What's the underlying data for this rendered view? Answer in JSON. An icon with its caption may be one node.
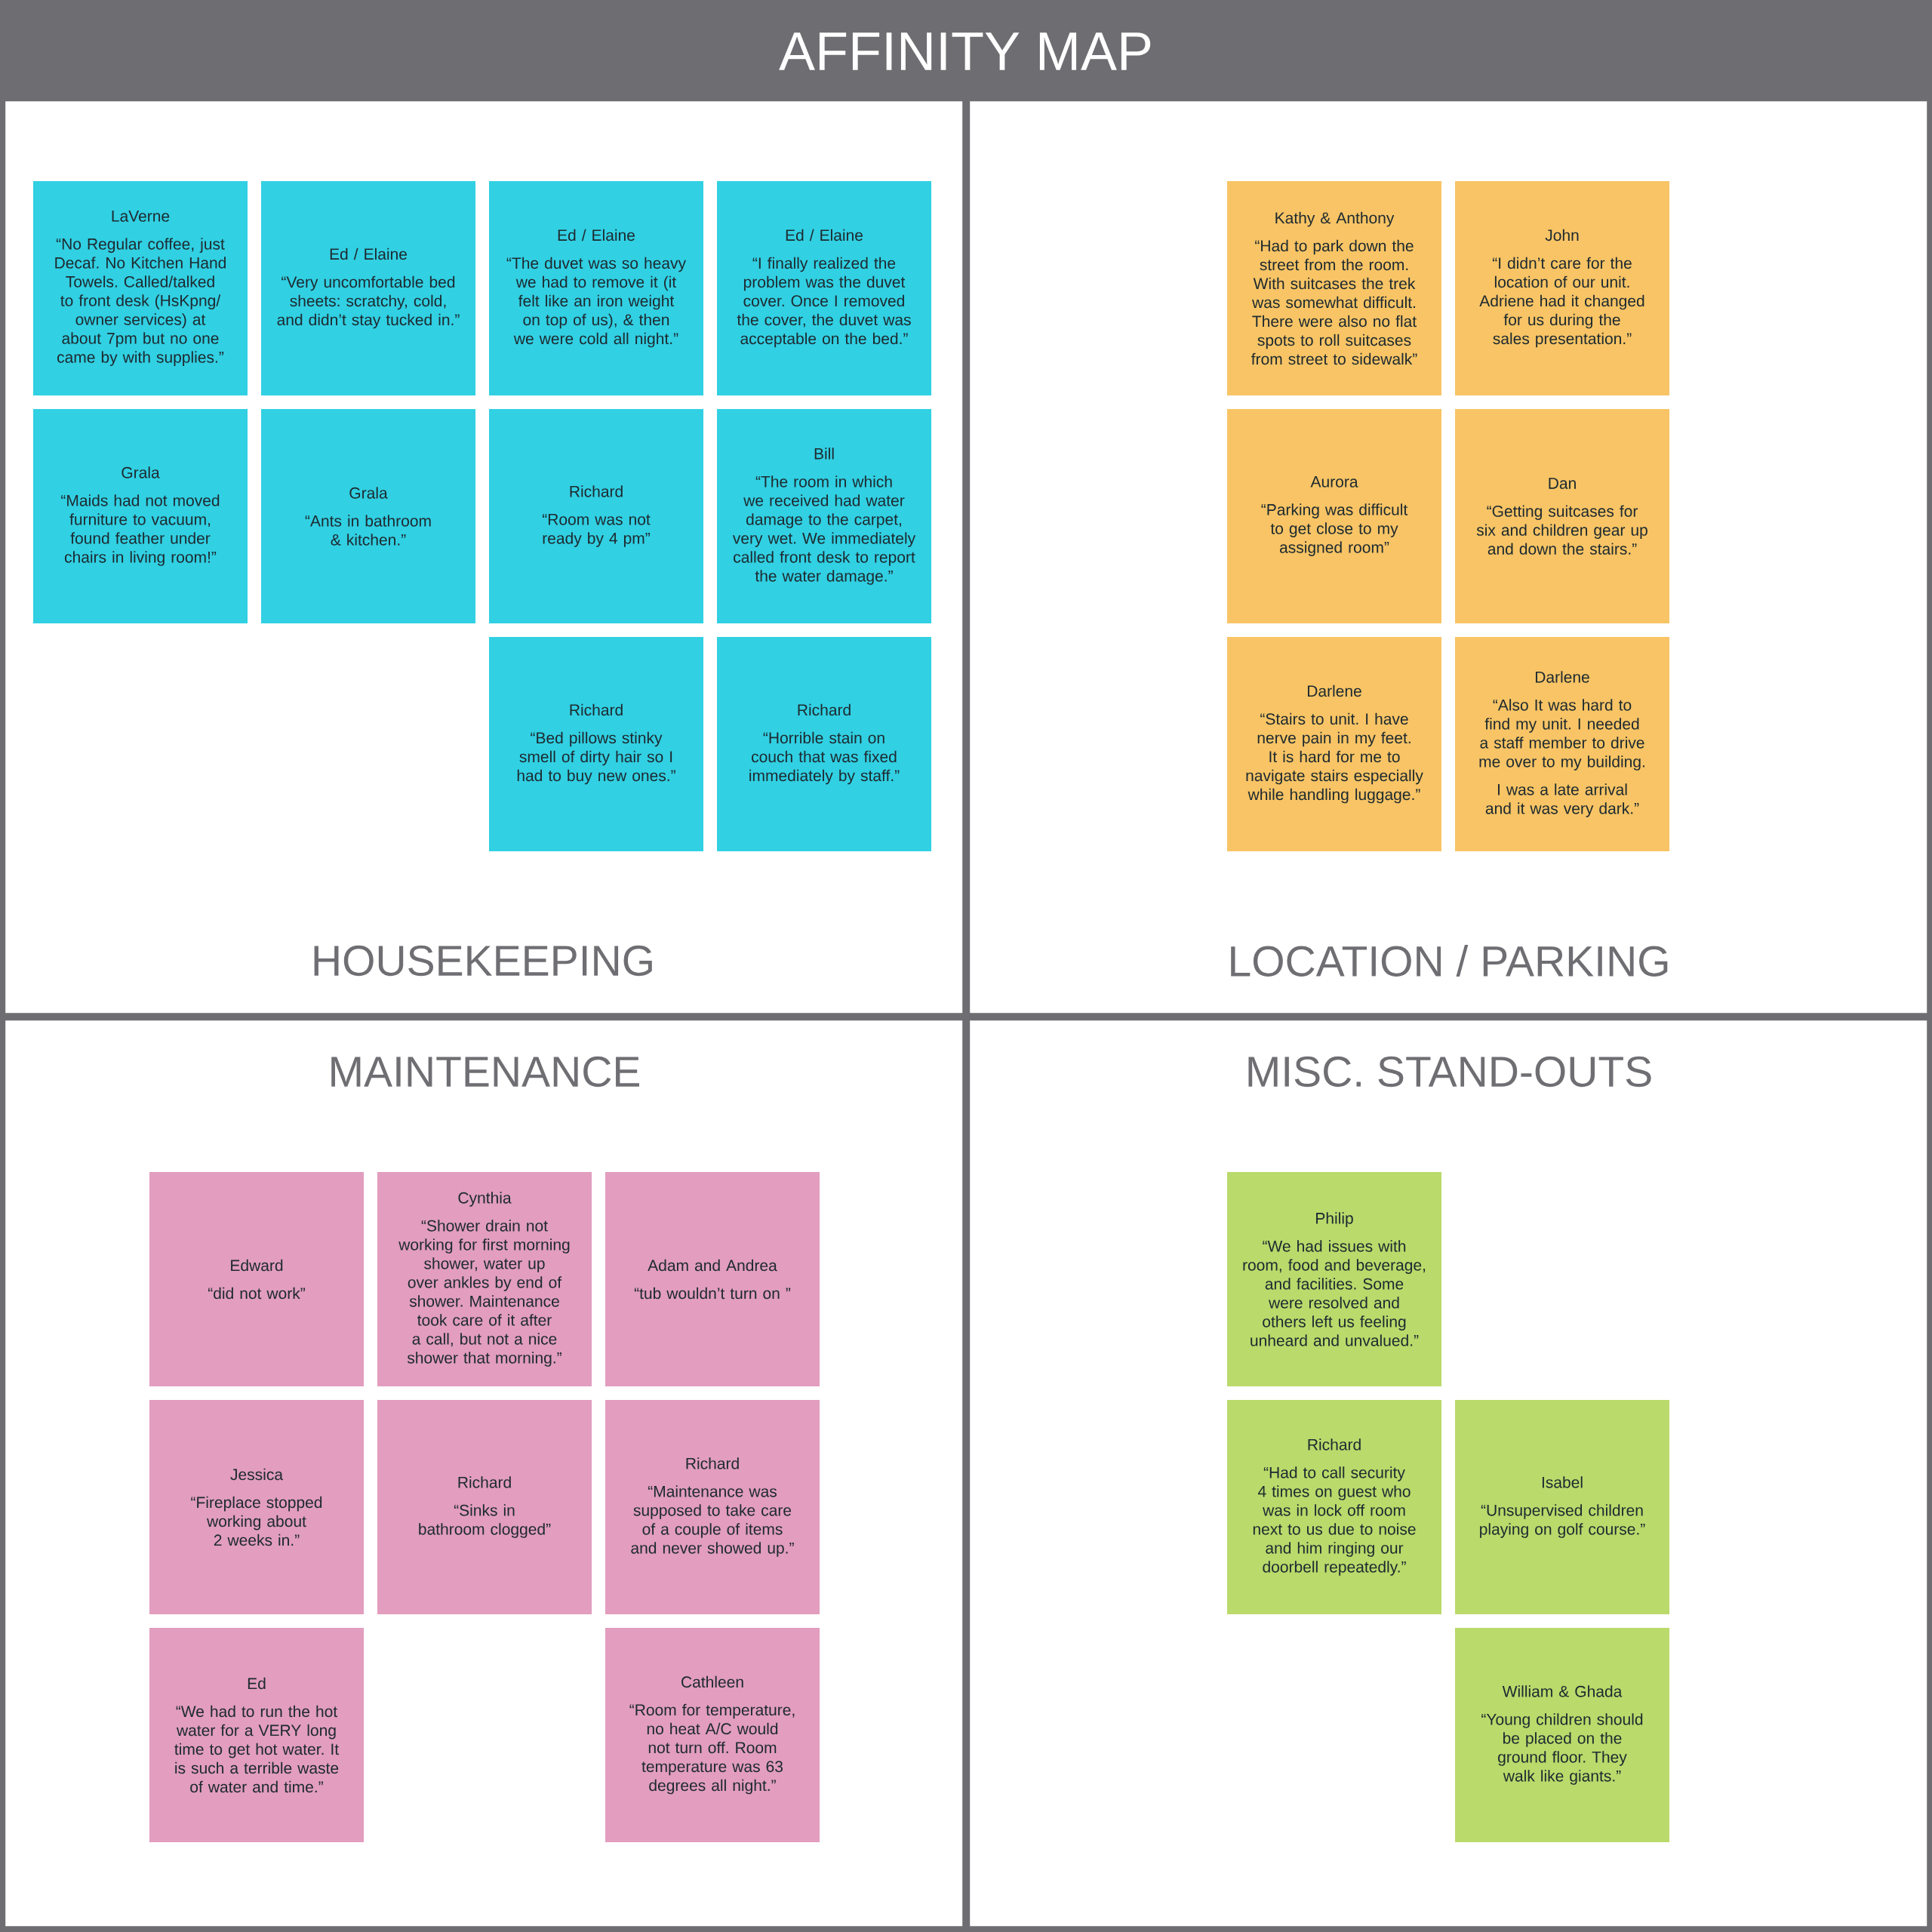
{
  "diagram": {
    "title": "AFFINITY MAP",
    "nodes": [
      {
        "text": [
          "HOUSEKEEPING"
        ]
      },
      {
        "text": [
          "LaVerne",
          "“No Regular coffee, just Decaf. No Kitchen Hand Towels. Called/talked to front desk (HsKpng/ owner services) at about 7pm but no one came by with supplies.”"
        ],
        "in": 0
      },
      {
        "text": [
          "Ed / Elaine",
          "“Very uncomfortable bed sheets: scratchy, cold, and didn’t stay tucked in.”"
        ],
        "in": 0
      },
      {
        "text": [
          "Ed / Elaine",
          "“The duvet was so heavy we had to remove it (it felt like an iron weight on top of us), & then we were cold all night.”"
        ],
        "in": 0
      },
      {
        "text": [
          "Ed / Elaine",
          "“I finally realized the problem was the duvet cover. Once I removed the cover, the duvet was acceptable on the bed.”"
        ],
        "in": 0
      },
      {
        "text": [
          "Grala",
          "“Maids had not moved furniture to vacuum, found feather under chairs in living room!”"
        ],
        "in": 0
      },
      {
        "text": [
          "Grala",
          "“Ants in bathroom & kitchen.”"
        ],
        "in": 0
      },
      {
        "text": [
          "Richard",
          "“Room was not ready by 4 pm”"
        ],
        "in": 0
      },
      {
        "text": [
          "Bill",
          "“The room in which we received had water damage to the carpet, very wet. We immediately called front desk to report the water damage.”"
        ],
        "in": 0
      },
      {
        "text": [
          "Richard",
          "“Bed pillows stinky smell of dirty hair so I had to buy new ones.”"
        ],
        "in": 0
      },
      {
        "text": [
          "Richard",
          "“Horrible stain on couch that was fixed immediately by staff.”"
        ],
        "in": 0
      },
      {
        "text": [
          "LOCATION / PARKING"
        ]
      },
      {
        "text": [
          "Kathy & Anthony",
          "“Had to park down the street from the room. With suitcases the trek was somewhat difficult. There were also no flat spots to roll suitcases from street to sidewalk”"
        ],
        "in": 11
      },
      {
        "text": [
          "John",
          "“I didn’t care for the location of our unit. Adriene had it changed for us during the sales presentation.”"
        ],
        "in": 11
      },
      {
        "text": [
          "Aurora",
          "“Parking was difficult to get close to my assigned room”"
        ],
        "in": 11
      },
      {
        "text": [
          "Dan",
          "“Getting suitcases for six and children gear up and down the stairs.”"
        ],
        "in": 11
      },
      {
        "text": [
          "Darlene",
          "“Stairs to unit. I have nerve pain in my feet. It is hard for me to navigate stairs especially while handling luggage.”"
        ],
        "in": 11
      },
      {
        "text": [
          "Darlene",
          "“Also It was hard to find my unit. I needed a staff member to drive me over to my building.",
          "I was a late arrival and it was very dark.”"
        ],
        "in": 11
      },
      {
        "text": [
          "MAINTENANCE"
        ]
      },
      {
        "text": [
          "Edward",
          "“did not work”"
        ],
        "in": 18
      },
      {
        "text": [
          "Cynthia",
          "“Shower drain not working for first morning shower, water up over ankles by end of shower. Maintenance took care of it after a call, but not a nice shower that morning.”"
        ],
        "in": 18
      },
      {
        "text": [
          "Adam and Andrea",
          "“tub wouldn’t turn on ”"
        ],
        "in": 18
      },
      {
        "text": [
          "Jessica",
          "“Fireplace stopped working about 2 weeks in.”"
        ],
        "in": 18
      },
      {
        "text": [
          "Richard",
          "“Sinks in bathroom clogged”"
        ],
        "in": 18
      },
      {
        "text": [
          "Richard",
          "“Maintenance was supposed to take care of a couple of items and never showed up.”"
        ],
        "in": 18
      },
      {
        "text": [
          "Ed",
          "“We had to run the hot water for a VERY long time to get hot water. It is such a terrible waste of water and time.”"
        ],
        "in": 18
      },
      {
        "text": [
          "Cathleen",
          "“Room for temperature, no heat A/C would not turn off. Room temperature was 63 degrees all night.”"
        ],
        "in": 18
      },
      {
        "text": [
          "MISC. STAND-OUTS"
        ]
      },
      {
        "text": [
          "Philip",
          "“We had issues with room, food and beverage, and facilities. Some were resolved and others left us feeling unheard and unvalued.”"
        ],
        "in": 27
      },
      {
        "text": [
          "Richard",
          "“Had to call security 4 times on guest who was in lock off room next to us due to noise and him ringing our doorbell repeatedly.”"
        ],
        "in": 27
      },
      {
        "text": [
          "Isabel",
          "“Unsupervised children playing on golf course.”"
        ],
        "in": 27
      },
      {
        "text": [
          "William & Ghada",
          "“Young children should be placed on the ground floor. They walk like giants.”"
        ],
        "in": 27
      }
    ]
  }
}
